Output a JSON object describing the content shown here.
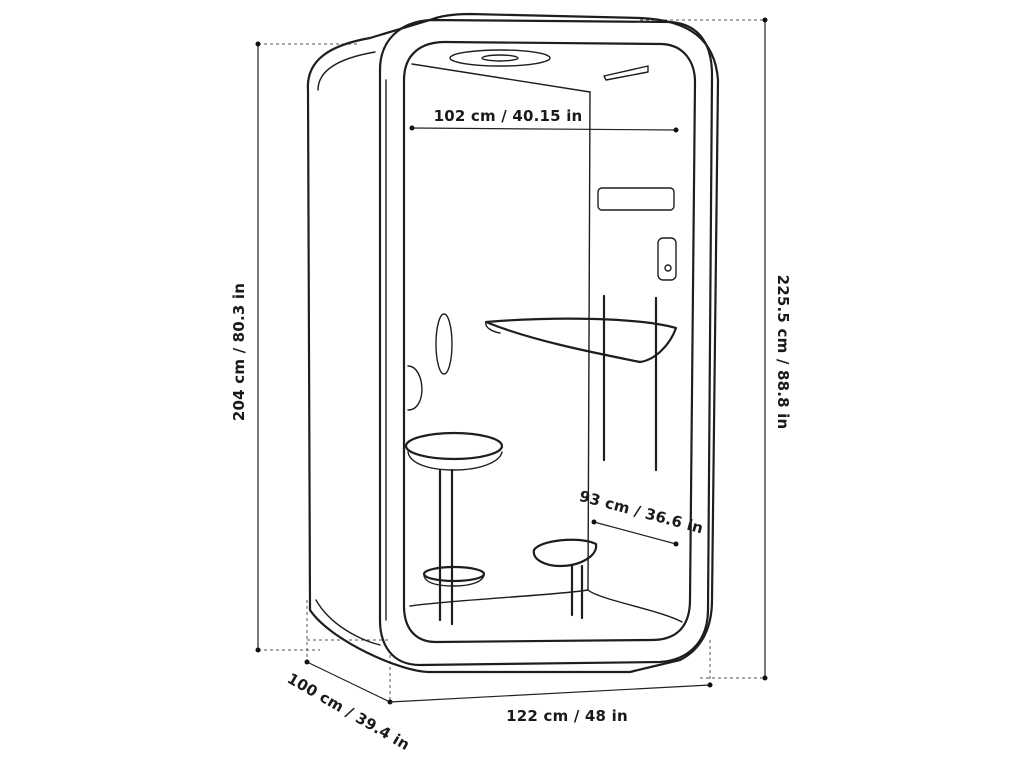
{
  "diagram": {
    "colors": {
      "stroke": "#1e1e1e",
      "background": "#ffffff"
    },
    "dimensions": {
      "height": "204 cm / 80.3 in",
      "total_height": "225.5 cm / 88.8 in",
      "inner_width": "102 cm / 40.15 in",
      "desk_height": "93 cm / 36.6 in",
      "depth": "100 cm / 39.4 in",
      "width": "122 cm / 48 in"
    }
  }
}
